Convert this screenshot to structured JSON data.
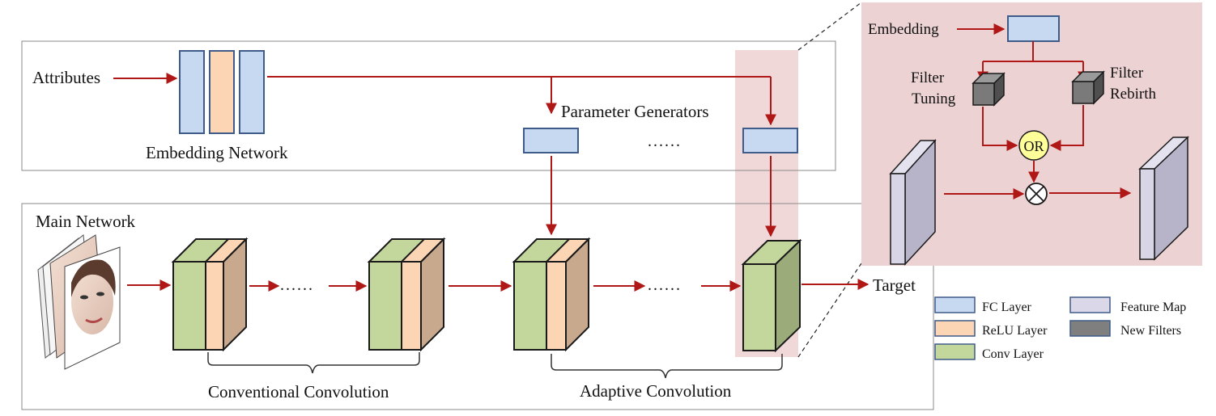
{
  "labels": {
    "attributes": "Attributes",
    "embedding_network": "Embedding Network",
    "parameter_generators": "Parameter Generators",
    "generator_dots": "......",
    "main_network": "Main Network",
    "conventional_convolution": "Conventional Convolution",
    "adaptive_convolution": "Adaptive Convolution",
    "target": "Target",
    "conv_dots_1": "......",
    "conv_dots_2": "......"
  },
  "detail": {
    "embedding": "Embedding",
    "filter_tuning_line1": "Filter",
    "filter_tuning_line2": "Tuning",
    "filter_rebirth_line1": "Filter",
    "filter_rebirth_line2": "Rebirth",
    "or_label": "OR"
  },
  "legend": [
    {
      "label": "FC Layer",
      "color": "#c6d9f0"
    },
    {
      "label": "ReLU Layer",
      "color": "#fcd5b4"
    },
    {
      "label": "Conv Layer",
      "color": "#c3d69b"
    },
    {
      "label": "Feature Map",
      "color": "#dad7e8"
    },
    {
      "label": "New Filters",
      "color": "#7f7f7f"
    }
  ],
  "colors": {
    "fc": "#c6d9f0",
    "relu": "#fcd5b4",
    "conv": "#c3d69b",
    "conv_side": "#c9a98e",
    "conv_side_adaptive": "#9bab7a",
    "feature_map": "#cdcbdc",
    "new_filters": "#7f7f7f",
    "arrow": "#b01818",
    "highlight": "#f0d8d8",
    "or_fill": "#ffff99"
  },
  "icons": {
    "input_images": "face-photo-stack-icon",
    "multiply": "multiply-circle-icon"
  }
}
